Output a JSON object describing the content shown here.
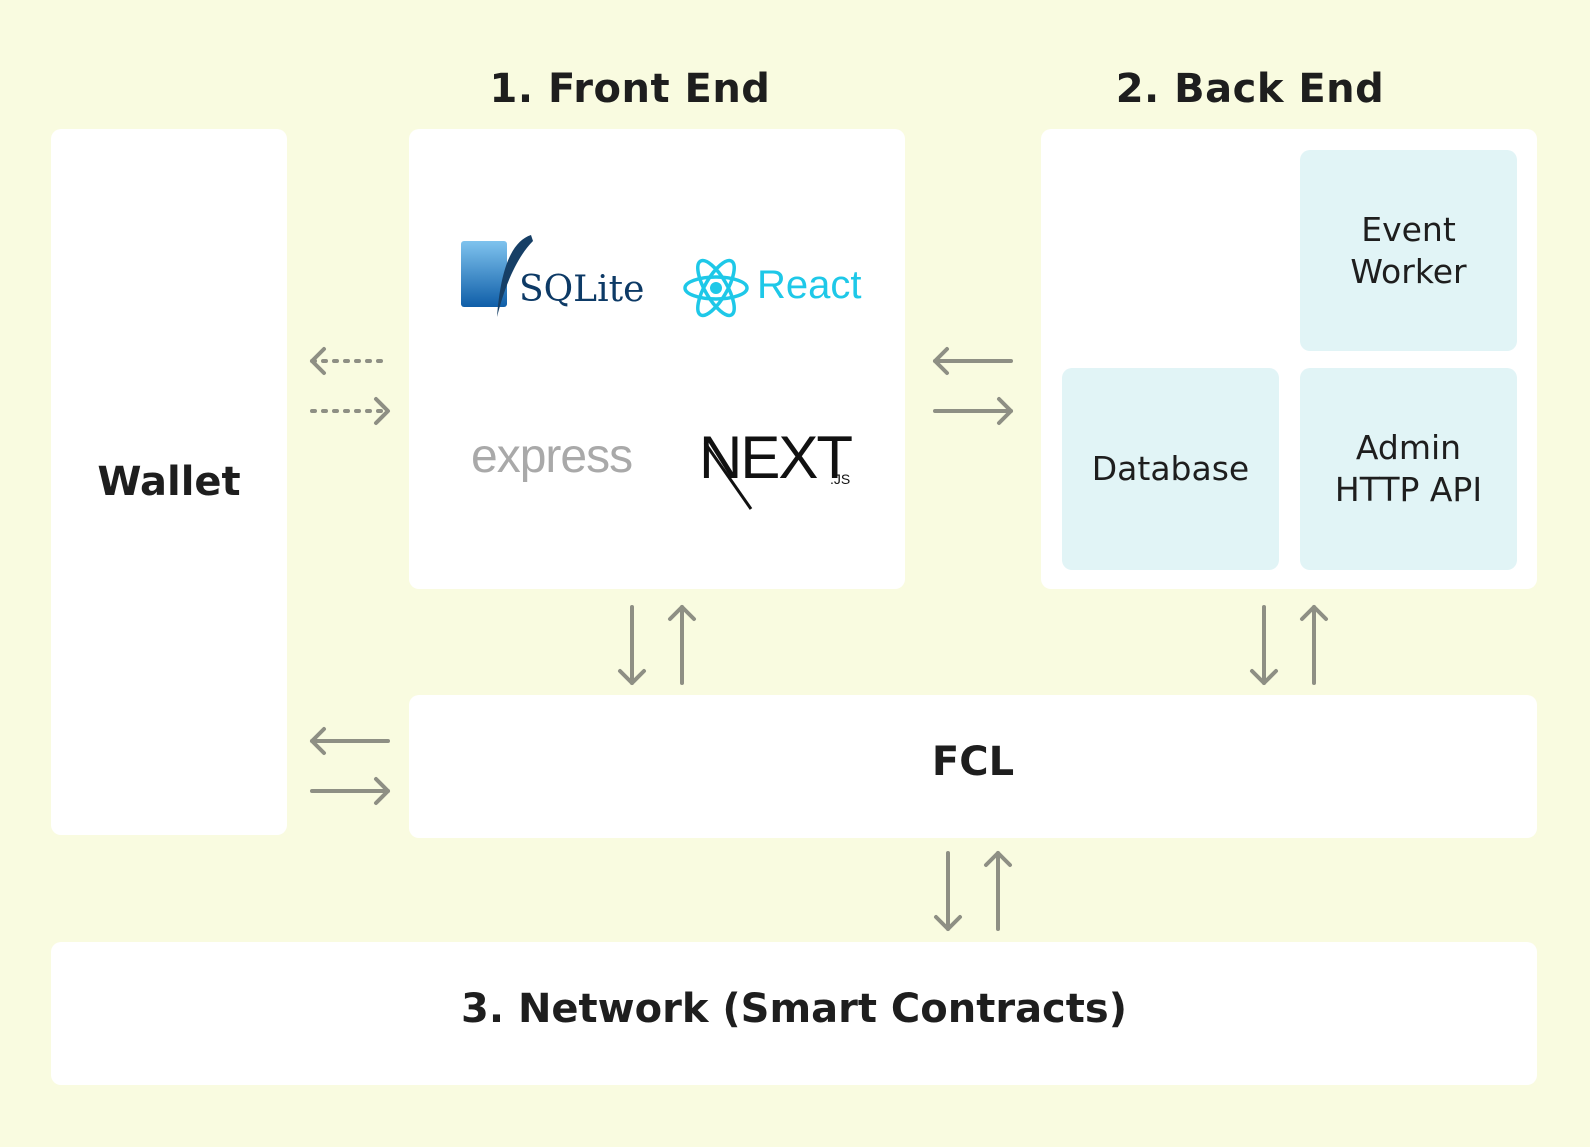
{
  "headings": {
    "front_end": "1. Front End",
    "back_end": "2. Back End"
  },
  "wallet": {
    "label": "Wallet"
  },
  "front_end": {
    "logos": {
      "sqlite": "SQLite",
      "react": "React",
      "express": "express",
      "next": "NEXT",
      "next_suffix": ".JS"
    }
  },
  "back_end": {
    "event_worker": "Event\nWorker",
    "database": "Database",
    "admin_api": "Admin\nHTTP API"
  },
  "fcl": {
    "label": "FCL"
  },
  "network": {
    "label": "3. Network (Smart Contracts)"
  },
  "colors": {
    "background": "#f9fbe0",
    "panel": "#ffffff",
    "subpanel": "#e1f4f6",
    "arrow": "#8e8f84",
    "react": "#1ec8e8",
    "sqlite_blue": "#0f6fb8",
    "sqlite_text": "#0d3a66"
  }
}
